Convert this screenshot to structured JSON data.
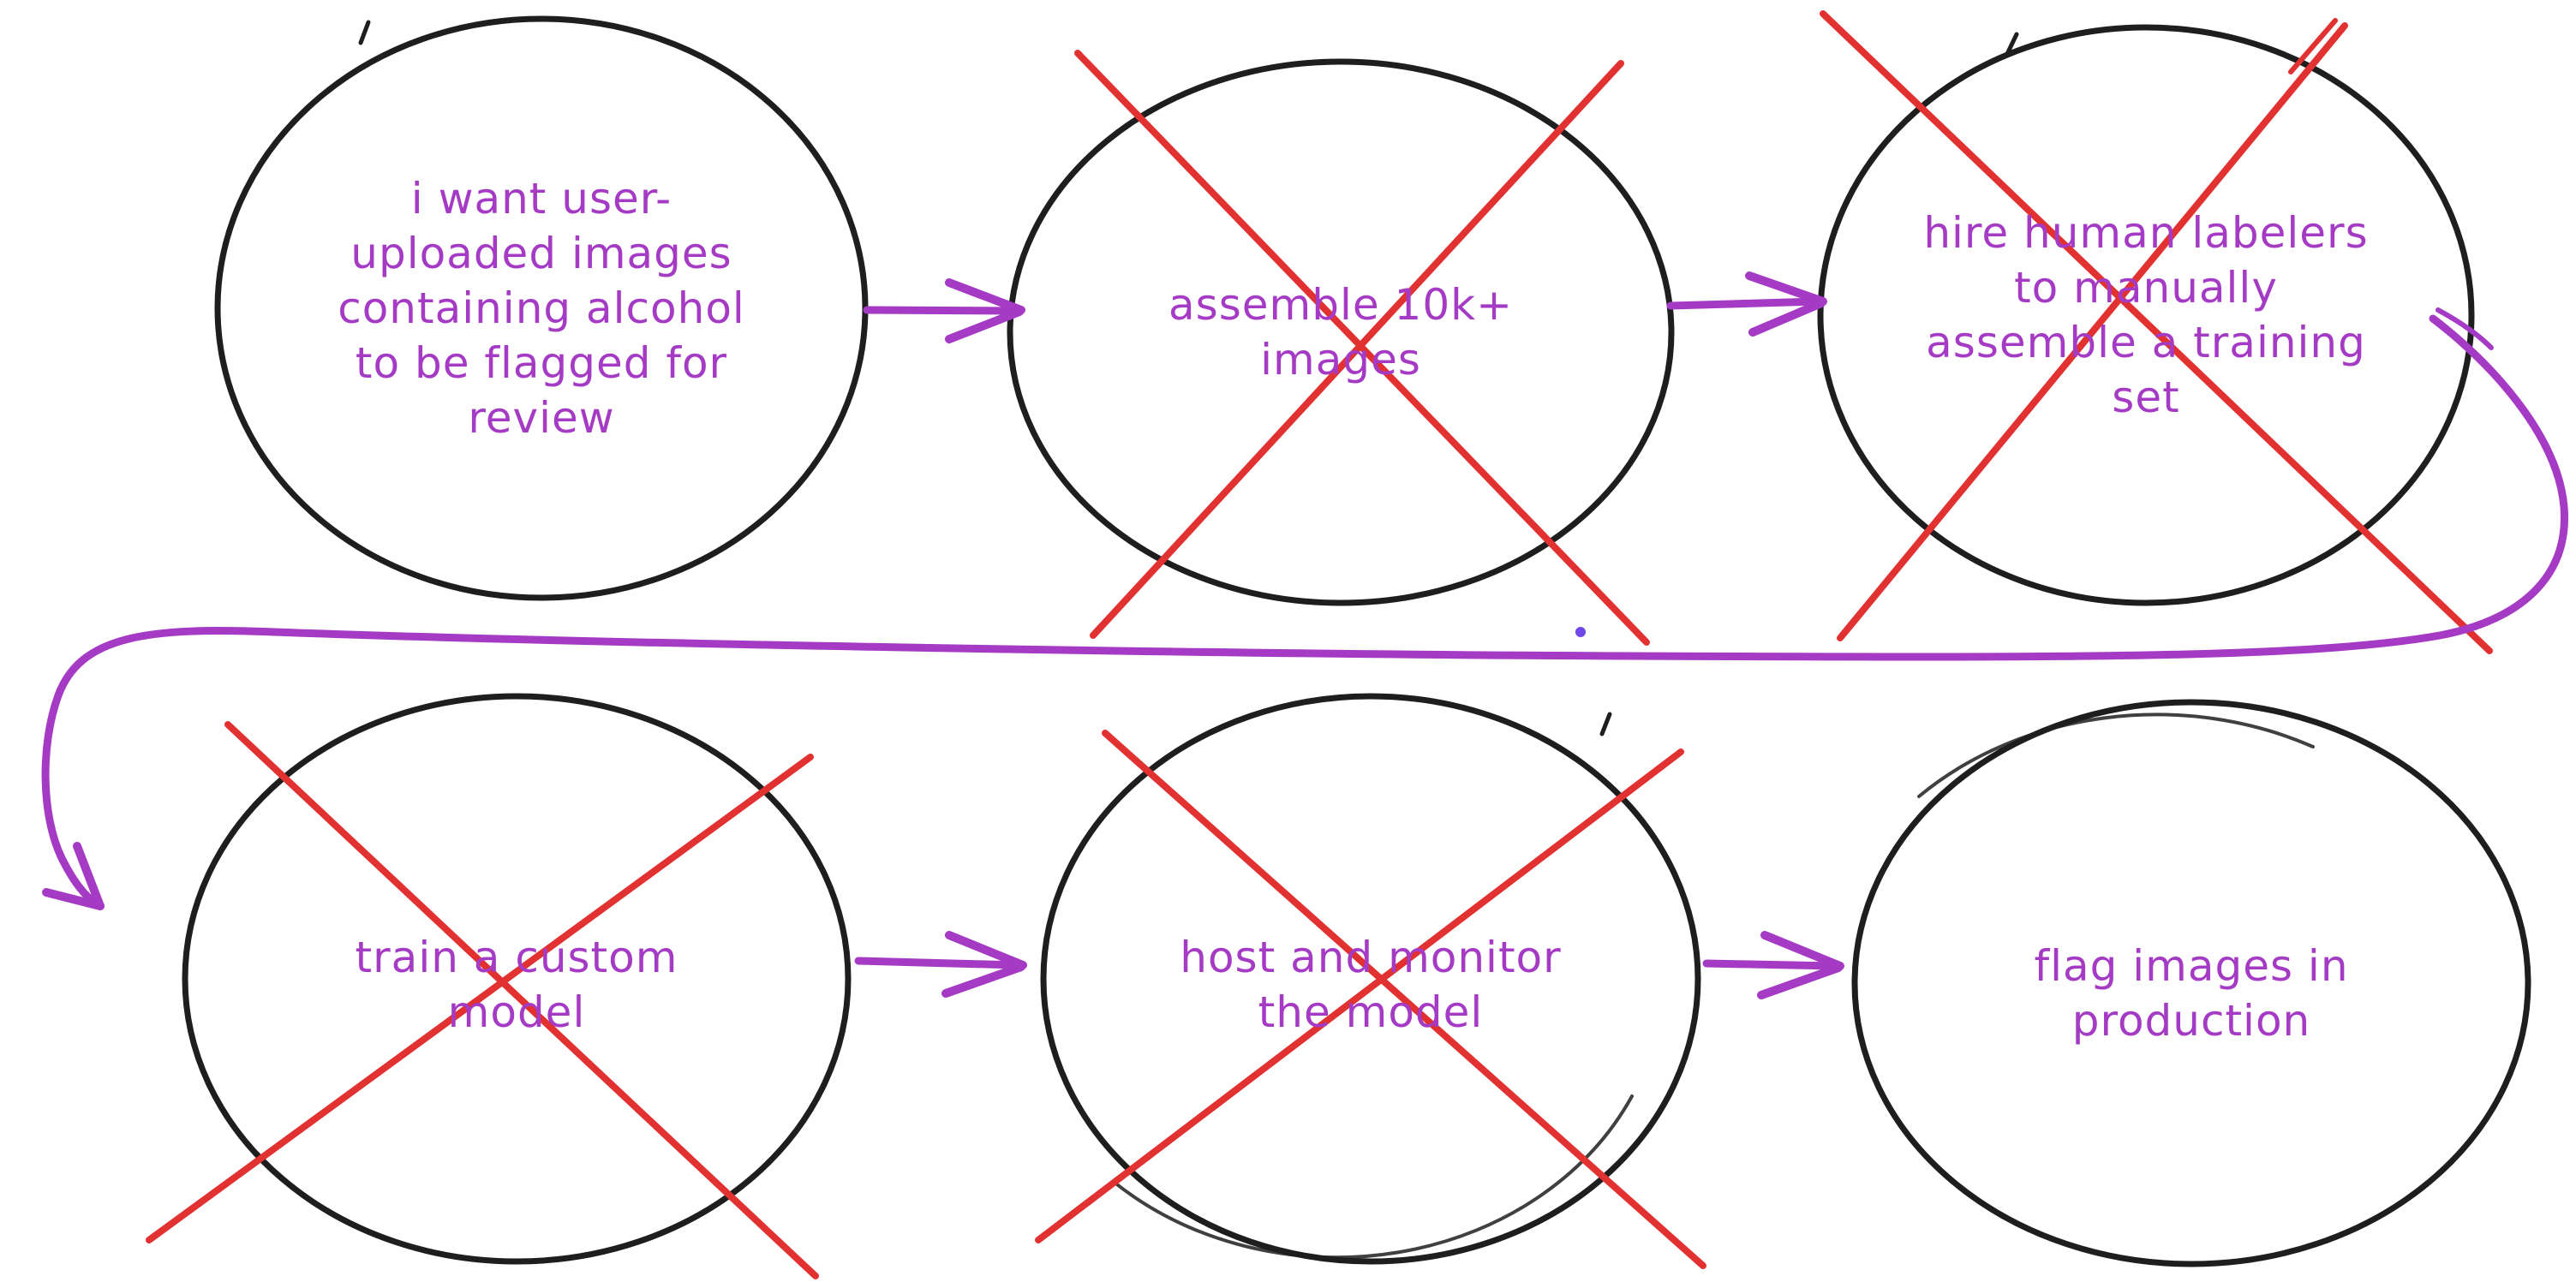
{
  "diagram": {
    "title": "custom model pipeline crossed out",
    "nodes": [
      {
        "id": "goal",
        "label": "i want user-uploaded images containing alcohol to be flagged for review",
        "lines": [
          "i want user-",
          "uploaded images",
          "containing alcohol",
          "to be flagged for",
          "review"
        ],
        "crossed_out": false
      },
      {
        "id": "assemble-images",
        "label": "assemble 10k+ images",
        "lines": [
          "assemble 10k+",
          "images"
        ],
        "crossed_out": true
      },
      {
        "id": "hire-labelers",
        "label": "hire human labelers to manually assemble a training set",
        "lines": [
          "hire human labelers",
          "to manually",
          "assemble a training",
          "set"
        ],
        "crossed_out": true
      },
      {
        "id": "train-model",
        "label": "train a custom model",
        "lines": [
          "train a custom",
          "model"
        ],
        "crossed_out": true
      },
      {
        "id": "host-monitor",
        "label": "host and monitor the model",
        "lines": [
          "host and monitor",
          "the model"
        ],
        "crossed_out": true
      },
      {
        "id": "flag-production",
        "label": "flag images in production",
        "lines": [
          "flag images in",
          "production"
        ],
        "crossed_out": false
      }
    ],
    "connections": [
      {
        "from": "goal",
        "to": "assemble-images",
        "style": "straight-arrow"
      },
      {
        "from": "assemble-images",
        "to": "hire-labelers",
        "style": "straight-arrow"
      },
      {
        "from": "hire-labelers",
        "to": "train-model",
        "style": "curved-wraparound-arrow"
      },
      {
        "from": "train-model",
        "to": "host-monitor",
        "style": "straight-arrow"
      },
      {
        "from": "host-monitor",
        "to": "flag-production",
        "style": "straight-arrow"
      }
    ],
    "colors": {
      "background": "#ffffff",
      "node_stroke": "#1e1e1e",
      "text": "#a53bc5",
      "arrow": "#a53bc5",
      "cross": "#e23131",
      "dot": "#7048e8"
    }
  }
}
